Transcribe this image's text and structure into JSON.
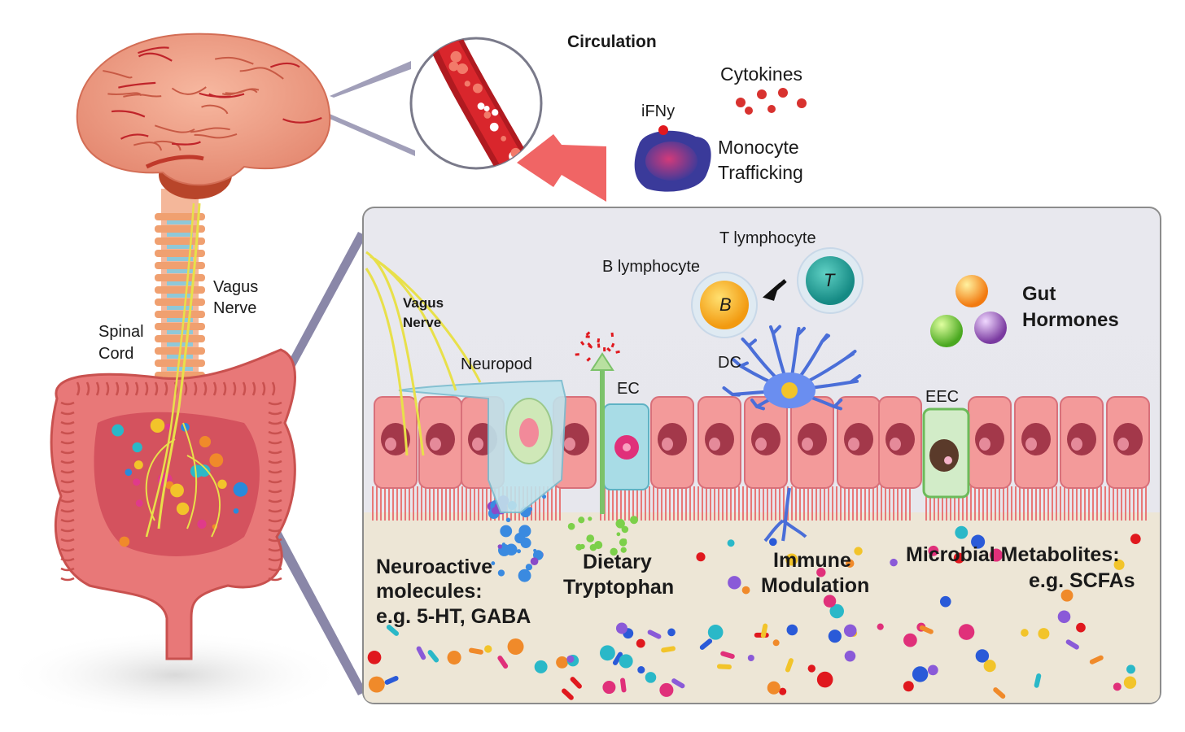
{
  "labels": {
    "circulation": "Circulation",
    "cytokines": "Cytokines",
    "ifny": "iFNy",
    "monocyte_trafficking_1": "Monocyte",
    "monocyte_trafficking_2": "Trafficking",
    "vagus_nerve_left_1": "Vagus",
    "vagus_nerve_left_2": "Nerve",
    "spinal_cord_1": "Spinal",
    "spinal_cord_2": "Cord",
    "vagus_nerve_panel_1": "Vagus",
    "vagus_nerve_panel_2": "Nerve",
    "t_lymphocyte": "T lymphocyte",
    "b_lymphocyte": "B lymphocyte",
    "b_letter": "B",
    "t_letter": "T",
    "gut_hormones_1": "Gut",
    "gut_hormones_2": "Hormones",
    "neuropod": "Neuropod",
    "ec": "EC",
    "dc": "DC",
    "eec": "EEC",
    "neuroactive_1": "Neuroactive",
    "neuroactive_2": "molecules:",
    "neuroactive_3": "e.g. 5-HT, GABA",
    "dietary_1": "Dietary",
    "dietary_2": "Tryptophan",
    "immune_1": "Immune",
    "immune_2": "Modulation",
    "microbial_1": "Microbial Metabolites:",
    "microbial_2": "e.g. SCFAs"
  },
  "colors": {
    "panel_bg_top": "#e9e9ef",
    "panel_lumen": "#ede6d6",
    "panel_border": "#8c8c8c",
    "epithelial": "#f39a9a",
    "nucleus": "#a3384a",
    "brain": "#f0a088",
    "intestine": "#e56b6b",
    "spine": "#f0a070",
    "nerve": "#e8e04a",
    "connector": "#8a87a8",
    "arrow_red": "#f05a5a",
    "ec_cell": "#a8dce6",
    "eec_cell": "#cde8c8",
    "b_cell": "#f5a31a",
    "t_cell": "#2aa7a0"
  }
}
